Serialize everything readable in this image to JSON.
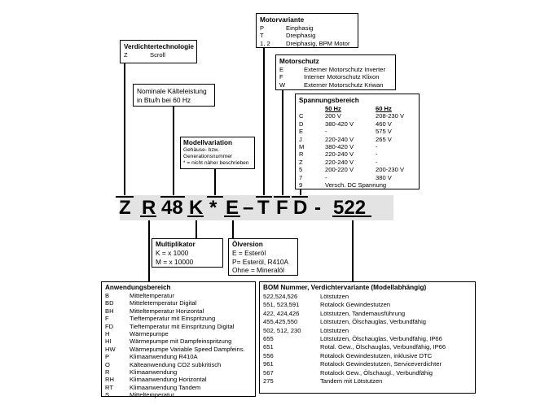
{
  "code": {
    "chars": [
      "Z",
      "R",
      "48",
      "K",
      "*",
      "E",
      "–",
      "T",
      "F",
      "D",
      "-",
      "522"
    ]
  },
  "boxes": {
    "verdichter": {
      "title": "Verdichtertechnologie",
      "rows": [
        [
          "Z",
          "Scroll"
        ]
      ]
    },
    "kaelteleistung": {
      "lines": [
        "Nominale Kälteleistung",
        "in Btu/h bei 60 Hz"
      ]
    },
    "modellvariation": {
      "title": "Modellvariation",
      "lines": [
        "Gehäuse- bzw.",
        "Generationsnummer",
        "* = nicht näher beschrieben"
      ]
    },
    "motorvariante": {
      "title": "Motorvariante",
      "rows": [
        [
          "P",
          "Einphasig"
        ],
        [
          "T",
          "Dreiphasig"
        ],
        [
          "1, 2",
          "Dreiphasig, BPM Motor"
        ]
      ]
    },
    "motorschutz": {
      "title": "Motorschutz",
      "rows": [
        [
          "E",
          "Externer Motorschutz Inverter"
        ],
        [
          "F",
          "Interner Motorschutz Klixon"
        ],
        [
          "W",
          "Externer Motorschutz Kriwan"
        ]
      ]
    },
    "spannung": {
      "title": "Spannungsbereich",
      "headers": [
        "",
        "50 Hz",
        "60 Hz"
      ],
      "rows": [
        [
          "C",
          "200 V",
          "208-230 V"
        ],
        [
          "D",
          "380-420 V",
          "460 V"
        ],
        [
          "E",
          "-",
          "575 V"
        ],
        [
          "J",
          "220-240 V",
          "265 V"
        ],
        [
          "M",
          "380-420 V",
          "-"
        ],
        [
          "R",
          "220-240 V",
          "-"
        ],
        [
          "Z",
          "220-240 V",
          "-"
        ],
        [
          "5",
          "200-220 V",
          "200-230 V"
        ],
        [
          "7",
          "-",
          "380 V"
        ],
        [
          "9",
          "Versch.  DC Spannung",
          ""
        ]
      ]
    },
    "multiplikator": {
      "title": "Multiplikator",
      "lines": [
        "K = x 1000",
        "M = x 10000"
      ]
    },
    "oelversion": {
      "title": "Ölversion",
      "lines": [
        "E = Esteröl",
        "P= Esteröl, R410A",
        "Ohne = Mineralöl"
      ]
    },
    "anwendung": {
      "title": "Anwendungsbereich",
      "rows": [
        [
          "B",
          "Mitteltemperatur"
        ],
        [
          "BD",
          "Mitteletemperatur Digital"
        ],
        [
          "BH",
          "Mitteltemperatur Horizontal"
        ],
        [
          "F",
          "Tieftemperatur mit Einspritzung"
        ],
        [
          "FD",
          "Tieftemperatur mit Einspritzung Digital"
        ],
        [
          "H",
          "Wärmepumpe"
        ],
        [
          "HI",
          "Wärmepumpe mit Dampfeinspritzung"
        ],
        [
          "HW",
          "Wärmepumpe Variable Speed Dampfeins."
        ],
        [
          "P",
          "Klimaanwendung R410A"
        ],
        [
          "O",
          "Kälteanwendung CO2 subkritisch"
        ],
        [
          "R",
          "Klimaanwendung"
        ],
        [
          "RH",
          "Klimaanwendung Horizontal"
        ],
        [
          "RT",
          "Klimaanwendung Tandem"
        ],
        [
          "S",
          "Mitteltemperatur"
        ]
      ]
    },
    "bom": {
      "title": "BOM Nummer, Verdichtervariante (Modellabhängig)",
      "rows": [
        [
          "522,524,526",
          "Lötstutzen"
        ],
        [
          "551, 523,591",
          "Rotalock Gewindestutzen"
        ],
        [
          "422, 424,426",
          "Lötstutzen, Tandemausführung"
        ],
        [
          "455,425,550",
          "Lötstutzen, Ölschauglas, Verbundfähig"
        ],
        [
          "502, 512, 230",
          "Lötstutzen"
        ],
        [
          "655",
          "Lötstutzen, Ölschauglas, Verbundfähig, IP66"
        ],
        [
          "651",
          "Rotal. Gew., Ölschauglas, Verbundfähig, IP66"
        ],
        [
          "556",
          "Rotalock Gewindestutzen, inklusive DTC"
        ],
        [
          "961",
          "Rotalock Gewindestutzen, Serviceverdichter"
        ],
        [
          "567",
          "Rotalock Gew., Ölschaugl., Verbundfähig"
        ],
        [
          "275",
          "Tandem mit Lötstutzen"
        ]
      ]
    }
  }
}
